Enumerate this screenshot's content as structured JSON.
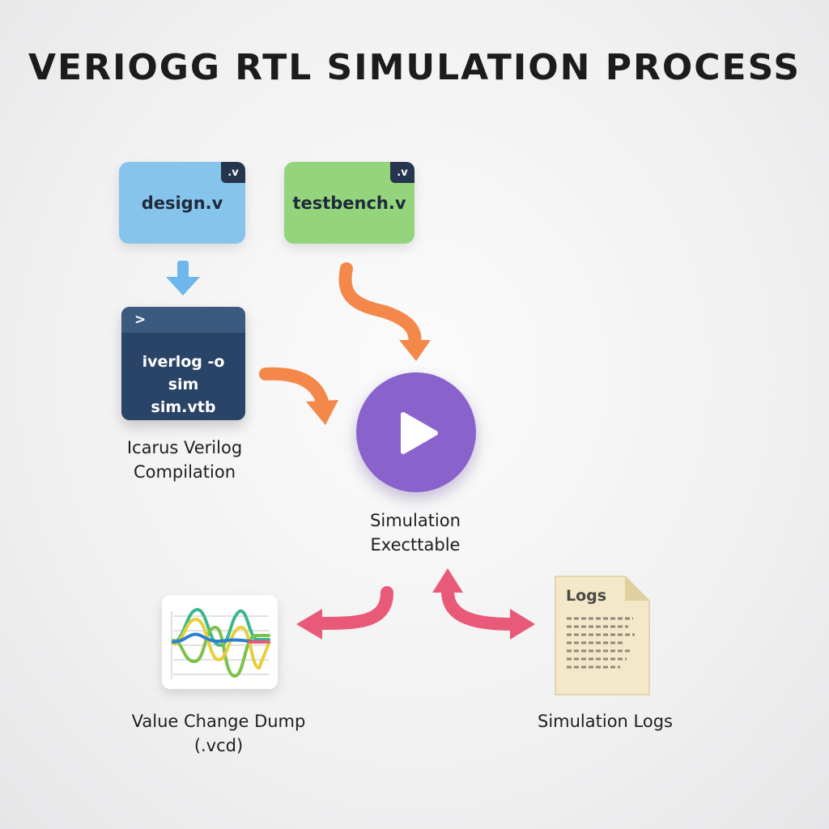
{
  "title": "VERIOGG RTL SIMULATION PROCESS",
  "colors": {
    "design_file": "#86c4ec",
    "testbench_file": "#93d47c",
    "terminal": "#2a4467",
    "play": "#8a62cc",
    "orange_arrow": "#f4884a",
    "pink_arrow": "#e85a78",
    "blue_arrow": "#6fb6ec",
    "logs_paper": "#f3e8c9"
  },
  "inputs": {
    "design": {
      "name": "design.v",
      "ext": ".v",
      "icon": "file-icon"
    },
    "testbench": {
      "name": "testbench.v",
      "ext": ".v",
      "icon": "file-icon"
    }
  },
  "compile": {
    "prompt": ">",
    "command_line1": "iverlog -o sim",
    "command_line2": "sim.vtb",
    "label_line1": "Icarus Verilog",
    "label_line2": "Compilation",
    "icon": "terminal-icon"
  },
  "executable": {
    "label_line1": "Simulation",
    "label_line2": "Execttable",
    "icon": "play-icon"
  },
  "vcd": {
    "label_line1": "Value Change Dump",
    "label_line2": "(.vcd)",
    "icon": "waveform-icon"
  },
  "logs": {
    "doc_title": "Logs",
    "label": "Simulation Logs",
    "icon": "document-icon"
  }
}
